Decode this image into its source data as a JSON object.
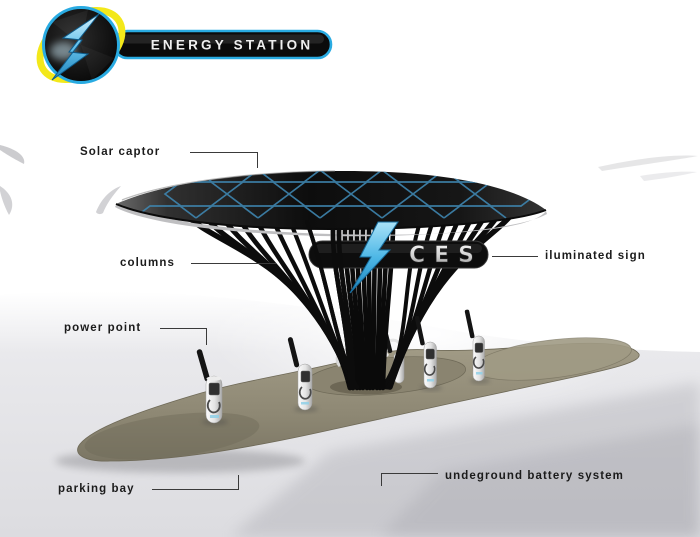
{
  "logo": {
    "brand": "ENERGY STATION",
    "emblem": "lightning-bolt-in-circle"
  },
  "scene": {
    "sign_text": "CES",
    "description": "solar tree charging station concept render"
  },
  "callouts": {
    "solar_captor": "Solar captor",
    "columns": "columns",
    "iluminated_sign": "iluminated sign",
    "power_point": "power point",
    "parking_bay": "parking bay",
    "underground_battery": "undeground battery system"
  },
  "colors": {
    "accent_blue": "#29abe2",
    "ring_yellow": "#f3e81a",
    "bolt_blue": "#4db7e6",
    "hex_line_blue": "#3f86b0",
    "platform_tan": "#928c77",
    "canopy_dark": "#101010",
    "label_ink": "#1b1b1b"
  }
}
